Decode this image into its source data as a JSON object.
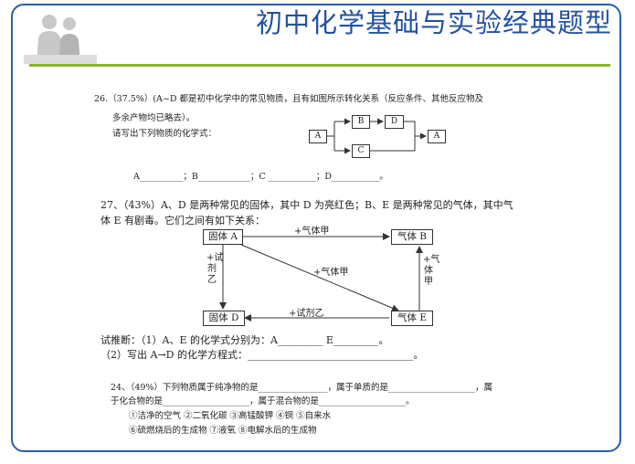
{
  "header": {
    "title": "初中化学基础与实验经典题型"
  },
  "q26": {
    "line1": "26.（37.5%）(A~D 都是初中化学中的常见物质，且有如图所示转化关系（反应条件、其他反应物及",
    "line2": "多余产物均已略去）。",
    "line3": "请写出下列物质的化学式：",
    "answers": "A__________；B____________；C ___________；D___________。",
    "boxes": {
      "a1": "A",
      "b": "B",
      "c": "C",
      "d": "D",
      "a2": "A"
    }
  },
  "q27": {
    "line1": "27、（43%）A、D 是两种常见的固体，其中 D 为亮红色；B、E 是两种常见的气体，其中气",
    "line2": "体 E 有剧毒。它们之间有如下关系：",
    "nodes": {
      "a": "固体 A",
      "b": "气体 B",
      "d": "固体 D",
      "e": "气体 E"
    },
    "labels": {
      "ab": "+气体甲",
      "ae": "+气体甲",
      "ed": "+试剂乙",
      "ad": "+试剂乙",
      "eb": "+气体甲"
    },
    "infer1": "试推断：（1）A、E 的化学式分别为：A_________      E_________。",
    "infer2": "（2）写出 A→D 的化学方程式：_________________________________。"
  },
  "q24": {
    "line1": "24、（49%）下列物质属于纯净物的是________________，属于单质的是____________________，属",
    "line2": "于化合物的是____________________，属于混合物的是____________________。",
    "options1": "①洁净的空气    ②二氧化碳    ③高锰酸钾    ④铜      ⑤自来水",
    "options2": "⑥硫燃烧后的生成物    ⑦液氧      ⑧电解水后的生成物"
  }
}
